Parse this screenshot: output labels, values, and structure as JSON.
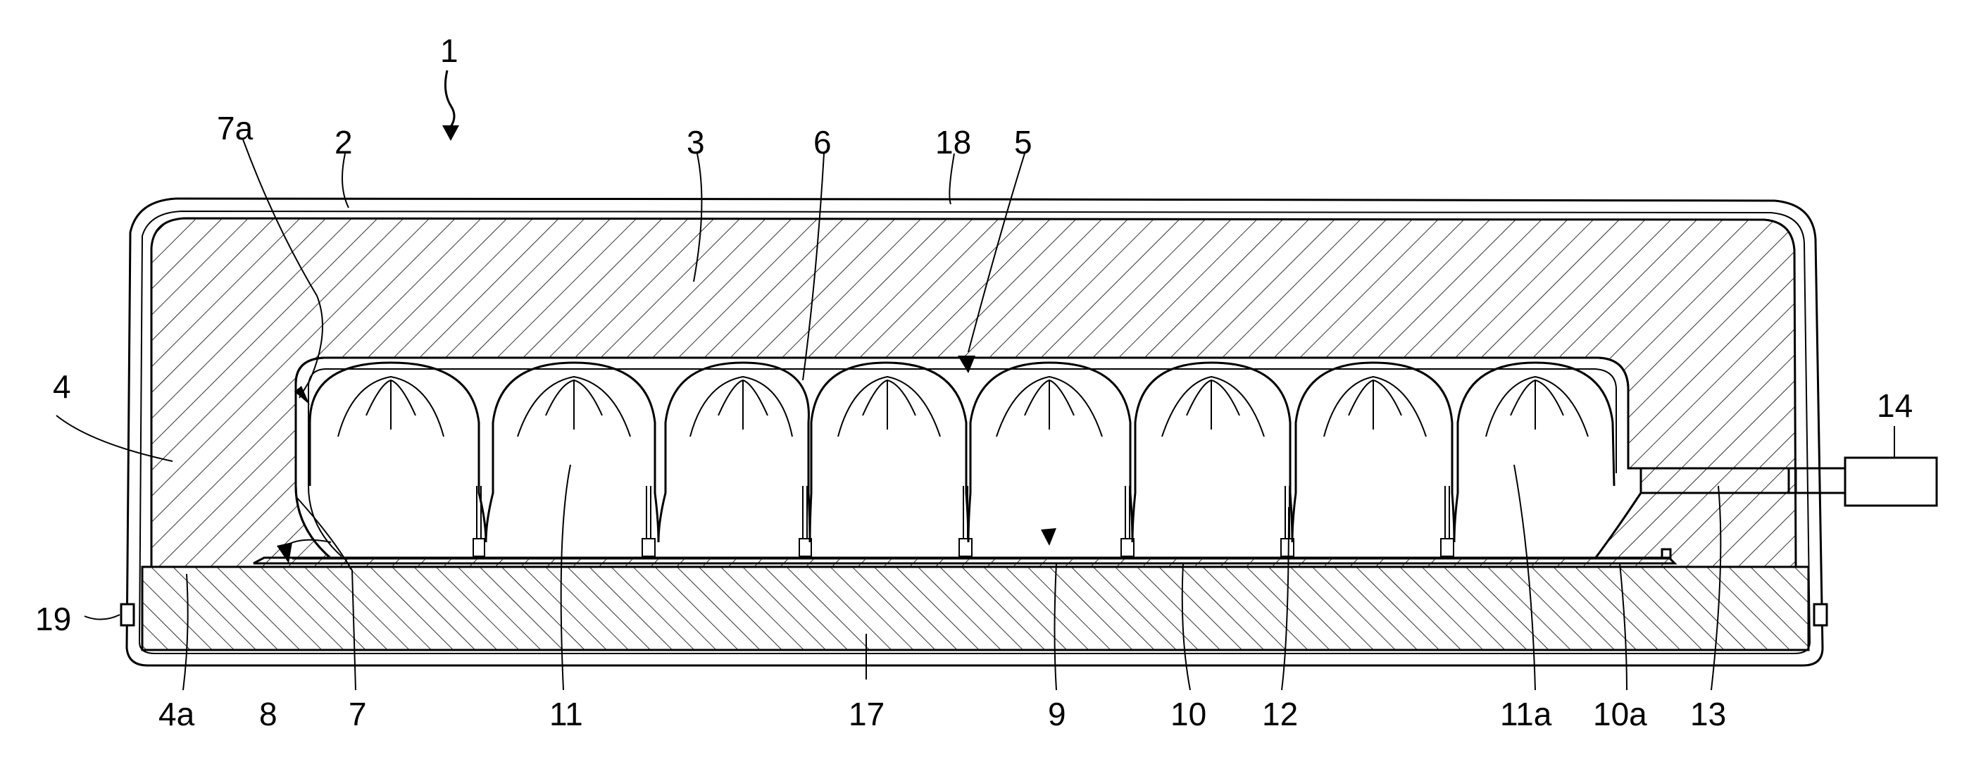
{
  "colors": {
    "ink": "#000000",
    "paper": "#ffffff"
  },
  "labels": {
    "l1": "1",
    "l2": "2",
    "l3": "3",
    "l4": "4",
    "l4a": "4a",
    "l5": "5",
    "l6": "6",
    "l7": "7",
    "l7a": "7a",
    "l8": "8",
    "l9": "9",
    "l10": "10",
    "l10a": "10a",
    "l11": "11",
    "l11a": "11a",
    "l12": "12",
    "l13": "13",
    "l14": "14",
    "l17": "17",
    "l18": "18",
    "l19": "19"
  }
}
